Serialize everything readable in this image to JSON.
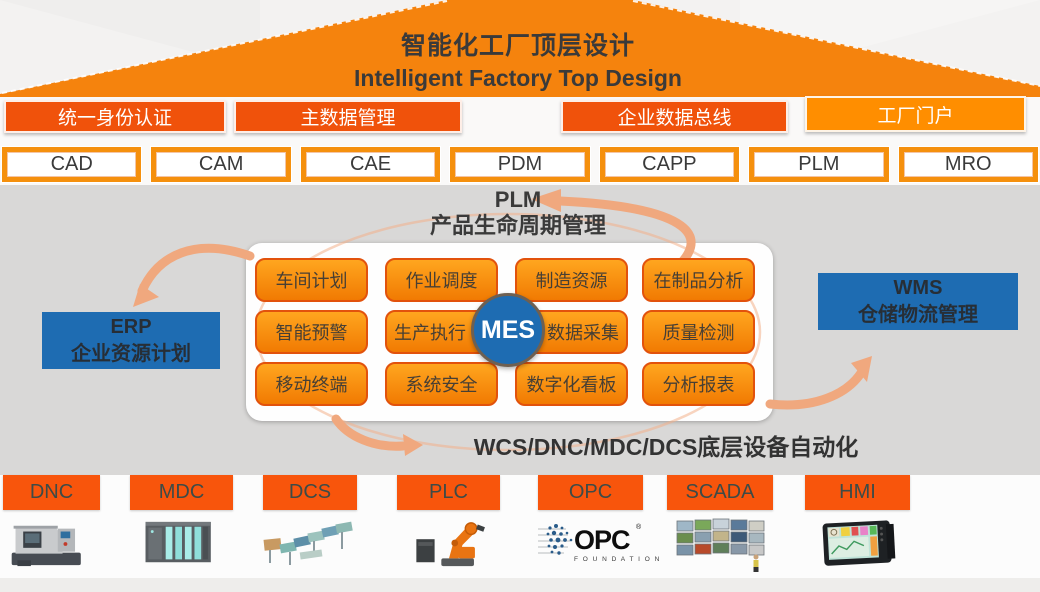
{
  "roof": {
    "title_zh": "智能化工厂顶层设计",
    "title_en": "Intelligent Factory Top Design"
  },
  "platform_bars": [
    {
      "label": "统一身份认证"
    },
    {
      "label": "主数据管理"
    },
    {
      "label": "企业数据总线"
    },
    {
      "label": "工厂门户"
    }
  ],
  "app_boxes": [
    "CAD",
    "CAM",
    "CAE",
    "PDM",
    "CAPP",
    "PLM",
    "MRO"
  ],
  "plm_layer": {
    "abbr": "PLM",
    "name_zh": "产品生命周期管理"
  },
  "mes": {
    "label": "MES",
    "modules": [
      "车间计划",
      "作业调度",
      "制造资源",
      "在制品分析",
      "智能预警",
      "生产执行",
      "数据采集",
      "质量检测",
      "移动终端",
      "系统安全",
      "数字化看板",
      "分析报表"
    ]
  },
  "erp": {
    "abbr": "ERP",
    "name_zh": "企业资源计划"
  },
  "wms": {
    "abbr": "WMS",
    "name_zh": "仓储物流管理"
  },
  "automation_title": "WCS/DNC/MDC/DCS底层设备自动化",
  "devices": [
    {
      "label": "DNC",
      "icon": "cnc-machine-icon"
    },
    {
      "label": "MDC",
      "icon": "plc-rack-icon"
    },
    {
      "label": "DCS",
      "icon": "conveyor-line-icon"
    },
    {
      "label": "PLC",
      "icon": "robot-arm-icon"
    },
    {
      "label": "OPC",
      "icon": "opc-foundation-logo"
    },
    {
      "label": "SCADA",
      "icon": "monitor-wall-icon"
    },
    {
      "label": "HMI",
      "icon": "hmi-panel-icon"
    }
  ],
  "opc_logo": {
    "text": "OPC",
    "subtext": "F O U N D A T I O N"
  },
  "colors": {
    "roof_orange": "#F5830D",
    "bar_orange": "#F0520B",
    "portal_orange": "#FF8E00",
    "module_fill_top": "#FFA61F",
    "module_fill_bottom": "#F17A02",
    "module_border": "#E2520C",
    "blue": "#1E6CB2",
    "arrow_salmon": "#F0A87E",
    "gray_zone": "#D9D8D7",
    "device_orange": "#F8550C"
  }
}
